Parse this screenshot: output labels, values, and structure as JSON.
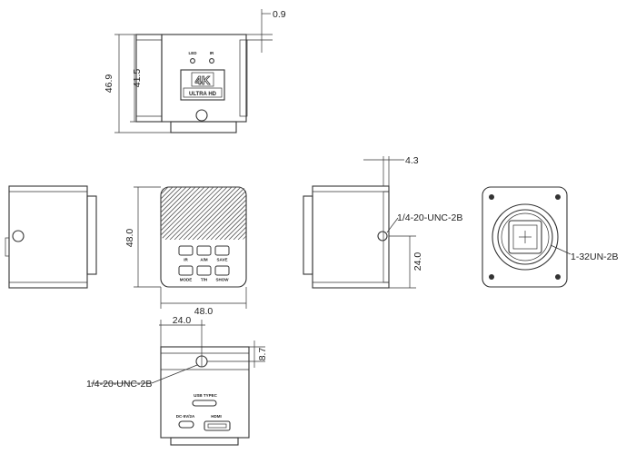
{
  "colors": {
    "line": "#333333",
    "background": "#ffffff"
  },
  "top_view": {
    "dim_total_height": "46.9",
    "dim_body_height": "41.5",
    "dim_offset": "0.9",
    "led_label_1": "LED",
    "led_label_2": "IR",
    "badge_4k": "4K",
    "badge_ultra": "ULTRA HD"
  },
  "front_view": {
    "dim_width": "48.0",
    "dim_height": "48.0",
    "buttons_row2": [
      "IR",
      "A/M",
      "SAVE"
    ],
    "buttons_row3": [
      "MODE",
      "T/H",
      "SHOW"
    ]
  },
  "right_view": {
    "dim_offset": "4.3",
    "dim_hole_height": "24.0",
    "thread_label": "1/4-20-UNC-2B"
  },
  "lens_view": {
    "thread_label": "1-32UN-2B"
  },
  "bottom_view": {
    "dim_hole_x": "24.0",
    "dim_hole_y": "8.7",
    "thread_label": "1/4-20-UNC-2B",
    "port_label_usb": "USB TYPEC",
    "port_label_dc": "DC-5V/2A",
    "port_label_hdmi": "HDMI"
  }
}
